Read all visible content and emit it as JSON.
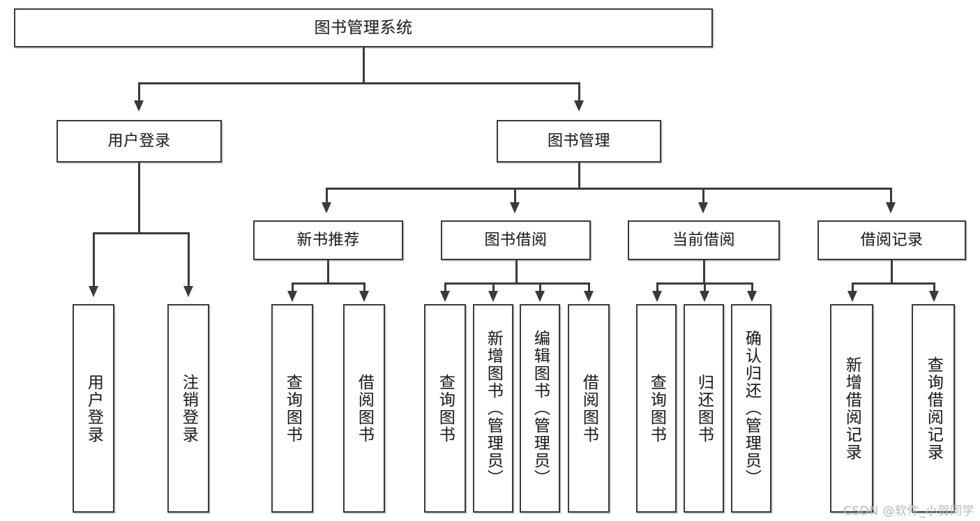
{
  "diagram": {
    "title": "图书管理系统",
    "type": "功能结构图",
    "watermark": "CSDN @软件_小贺同学",
    "colors": {
      "background": "#ffffff",
      "box_border": "#3a3a3a",
      "box_fill": "#ffffff",
      "connector": "#3a3a3a",
      "text": "#1d1d1d",
      "watermark": "#b9b9b9"
    }
  },
  "nodes": {
    "root": {
      "label": "图书管理系统"
    },
    "level2": [
      {
        "label": "用户登录"
      },
      {
        "label": "图书管理"
      }
    ],
    "level3": [
      {
        "label": "新书推荐"
      },
      {
        "label": "图书借阅"
      },
      {
        "label": "当前借阅"
      },
      {
        "label": "借阅记录"
      }
    ],
    "leaves": {
      "user_login": [
        {
          "label": "用户登录"
        },
        {
          "label": "注销登录"
        }
      ],
      "new_book_recommend": [
        {
          "label": "查询图书"
        },
        {
          "label": "借阅图书"
        }
      ],
      "book_borrow": [
        {
          "label": "查询图书"
        },
        {
          "label": "新增图书（管理员）"
        },
        {
          "label": "编辑图书（管理员）"
        },
        {
          "label": "借阅图书"
        }
      ],
      "current_borrow": [
        {
          "label": "查询图书"
        },
        {
          "label": "归还图书"
        },
        {
          "label": "确认归还（管理员）"
        }
      ],
      "borrow_record": [
        {
          "label": "新增借阅记录"
        },
        {
          "label": "查询借阅记录"
        }
      ]
    }
  }
}
